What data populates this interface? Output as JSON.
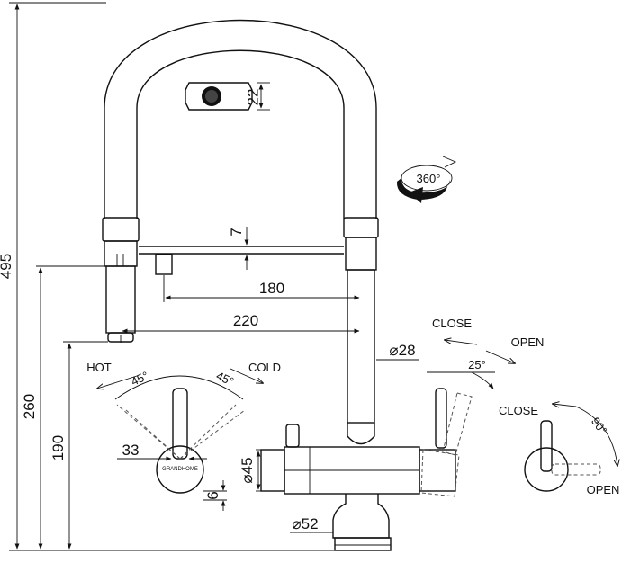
{
  "dimensions": {
    "total_height": "495",
    "spout_height": "260",
    "outlet_height": "190",
    "spout_reach": "220",
    "holder_reach": "180",
    "holder_gap": "7",
    "aerator": "22",
    "body_diameter": "⌀28",
    "base_diameter": "⌀45",
    "mount_diameter": "⌀52",
    "handle_offset": "33",
    "base_step": "6"
  },
  "rotation": {
    "label": "360°"
  },
  "mixer_lever": {
    "hot": "HOT",
    "cold": "COLD",
    "angle_left": "45°",
    "angle_right": "45°"
  },
  "filter_lever": {
    "close": "CLOSE",
    "open": "OPEN",
    "angle": "25°"
  },
  "side_lever": {
    "close": "CLOSE",
    "open": "OPEN",
    "angle": "90°"
  },
  "logo_text": "GRANDHOME"
}
